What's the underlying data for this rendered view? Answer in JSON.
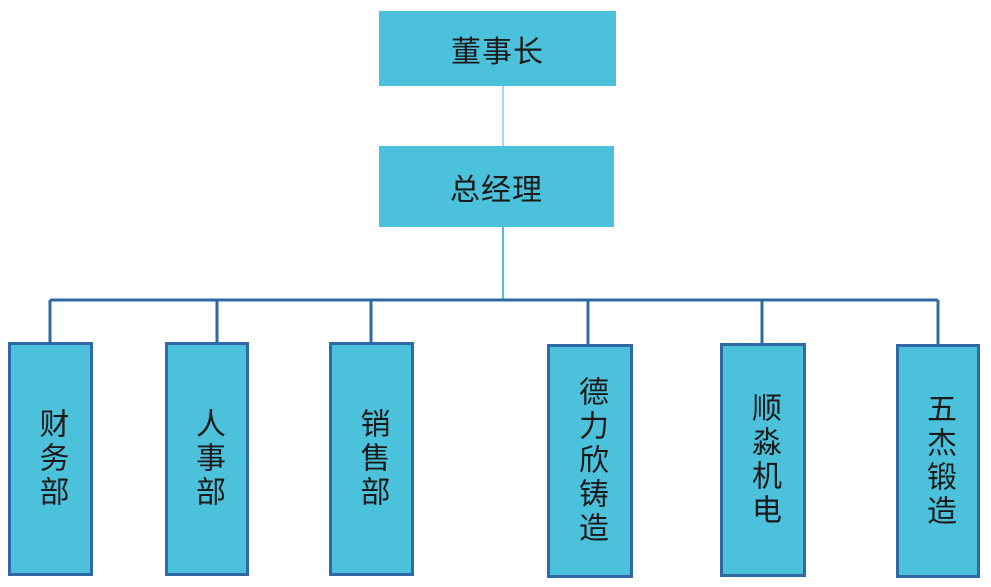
{
  "chairman": "董事长",
  "general_manager": "总经理",
  "departments": [
    "财务部",
    "人事部",
    "销售部",
    "德力欣铸造",
    "顺淼机电",
    "五杰锻造"
  ]
}
